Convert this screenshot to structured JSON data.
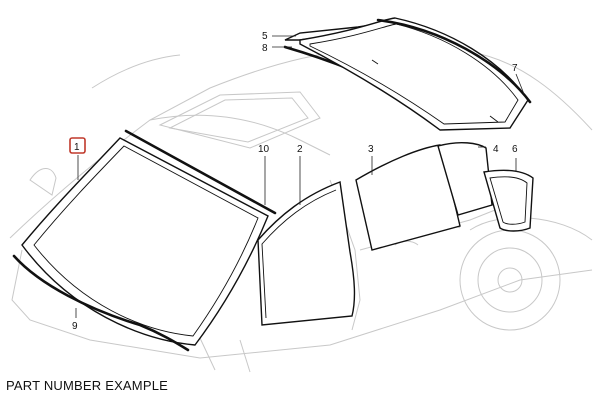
{
  "diagram": {
    "callouts": [
      {
        "id": "c1",
        "label": "1",
        "highlighted": true
      },
      {
        "id": "c2",
        "label": "2"
      },
      {
        "id": "c3",
        "label": "3"
      },
      {
        "id": "c4",
        "label": "4"
      },
      {
        "id": "c5",
        "label": "5"
      },
      {
        "id": "c6",
        "label": "6"
      },
      {
        "id": "c7",
        "label": "7"
      },
      {
        "id": "c8",
        "label": "8"
      },
      {
        "id": "c9",
        "label": "9"
      },
      {
        "id": "c10",
        "label": "10"
      }
    ],
    "caption": "PART NUMBER EXAMPLE",
    "highlight_color": "#c0392b"
  }
}
